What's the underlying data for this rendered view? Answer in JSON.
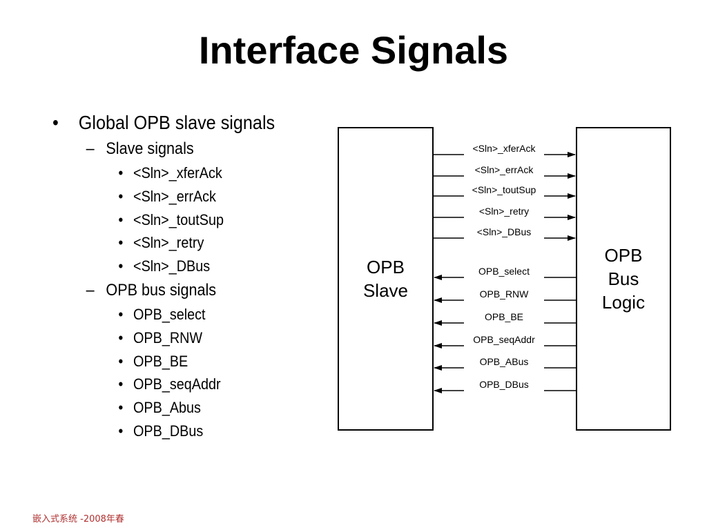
{
  "title": "Interface Signals",
  "outline": {
    "main": "Global OPB slave signals",
    "groups": [
      {
        "label": "Slave signals",
        "items": [
          "<Sln>_xferAck",
          "<Sln>_errAck",
          "<Sln>_toutSup",
          "<Sln>_retry",
          "<Sln>_DBus"
        ]
      },
      {
        "label": "OPB bus signals",
        "items": [
          "OPB_select",
          "OPB_RNW",
          "OPB_BE",
          "OPB_seqAddr",
          "OPB_Abus",
          "OPB_DBus"
        ]
      }
    ]
  },
  "diagram": {
    "left_box": {
      "line1": "OPB",
      "line2": "Slave"
    },
    "right_box": {
      "line1": "OPB",
      "line2": "Bus",
      "line3": "Logic"
    },
    "slave_to_bus": [
      "<Sln>_xferAck",
      "<Sln>_errAck",
      "<Sln>_toutSup",
      "<Sln>_retry",
      "<Sln>_DBus"
    ],
    "bus_to_slave": [
      "OPB_select",
      "OPB_RNW",
      "OPB_BE",
      "OPB_seqAddr",
      "OPB_ABus",
      "OPB_DBus"
    ]
  },
  "footer": "嵌入式系统 -2008年春"
}
